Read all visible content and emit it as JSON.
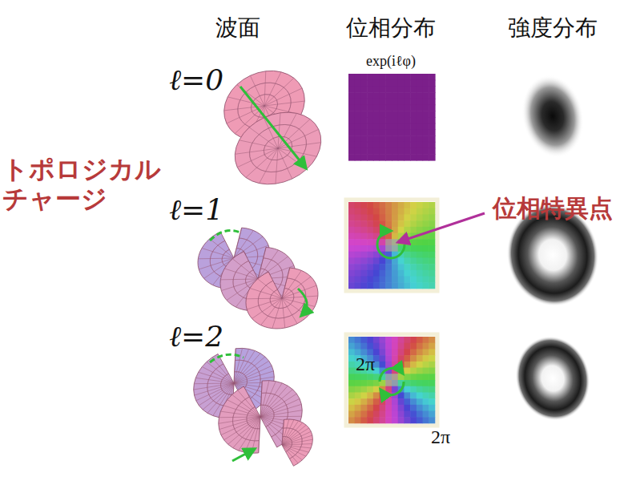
{
  "diagram": {
    "labels": [
      "波面",
      "位相分布",
      "強度分布",
      "ℓ=0",
      "exp(iℓφ)",
      "トポロジカル チャージ",
      "ℓ=1",
      "位相特異点",
      "ℓ=2",
      "2π",
      "2π"
    ]
  }
}
